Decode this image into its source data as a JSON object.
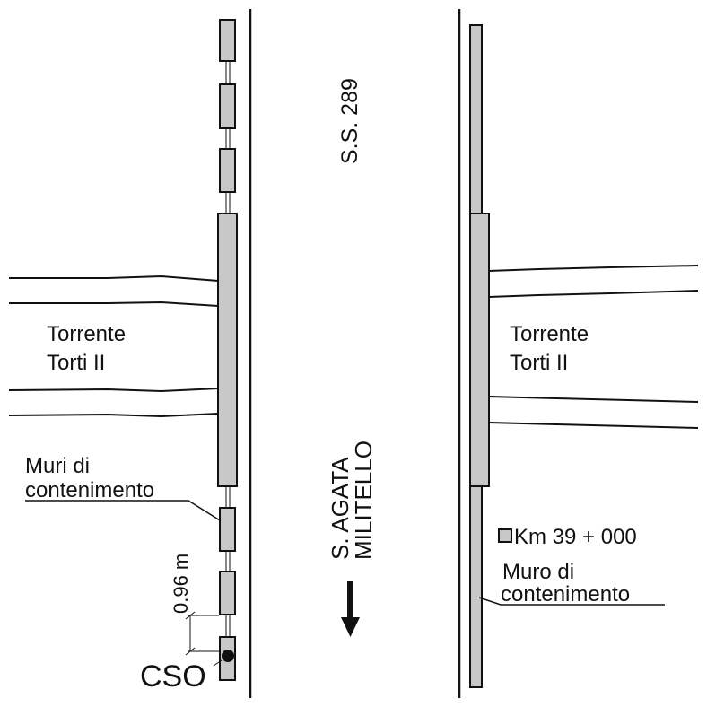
{
  "road": {
    "name": "S.S. 289"
  },
  "direction": {
    "line1": "S. AGATA",
    "line2": "MILITELLO"
  },
  "left_view": {
    "stream_line1": "Torrente",
    "stream_line2": "Torti II",
    "walls_line1": "Muri di",
    "walls_line2": "contenimento",
    "spacing_label": "0.96 m",
    "cso_label": "CSO"
  },
  "right_view": {
    "stream_line1": "Torrente",
    "stream_line2": "Torti II",
    "km_label": "Km 39 + 000",
    "wall_line1": "Muro di",
    "wall_line2": "contenimento"
  },
  "colors": {
    "fill": "#c8c8c8",
    "stroke": "#111111"
  }
}
